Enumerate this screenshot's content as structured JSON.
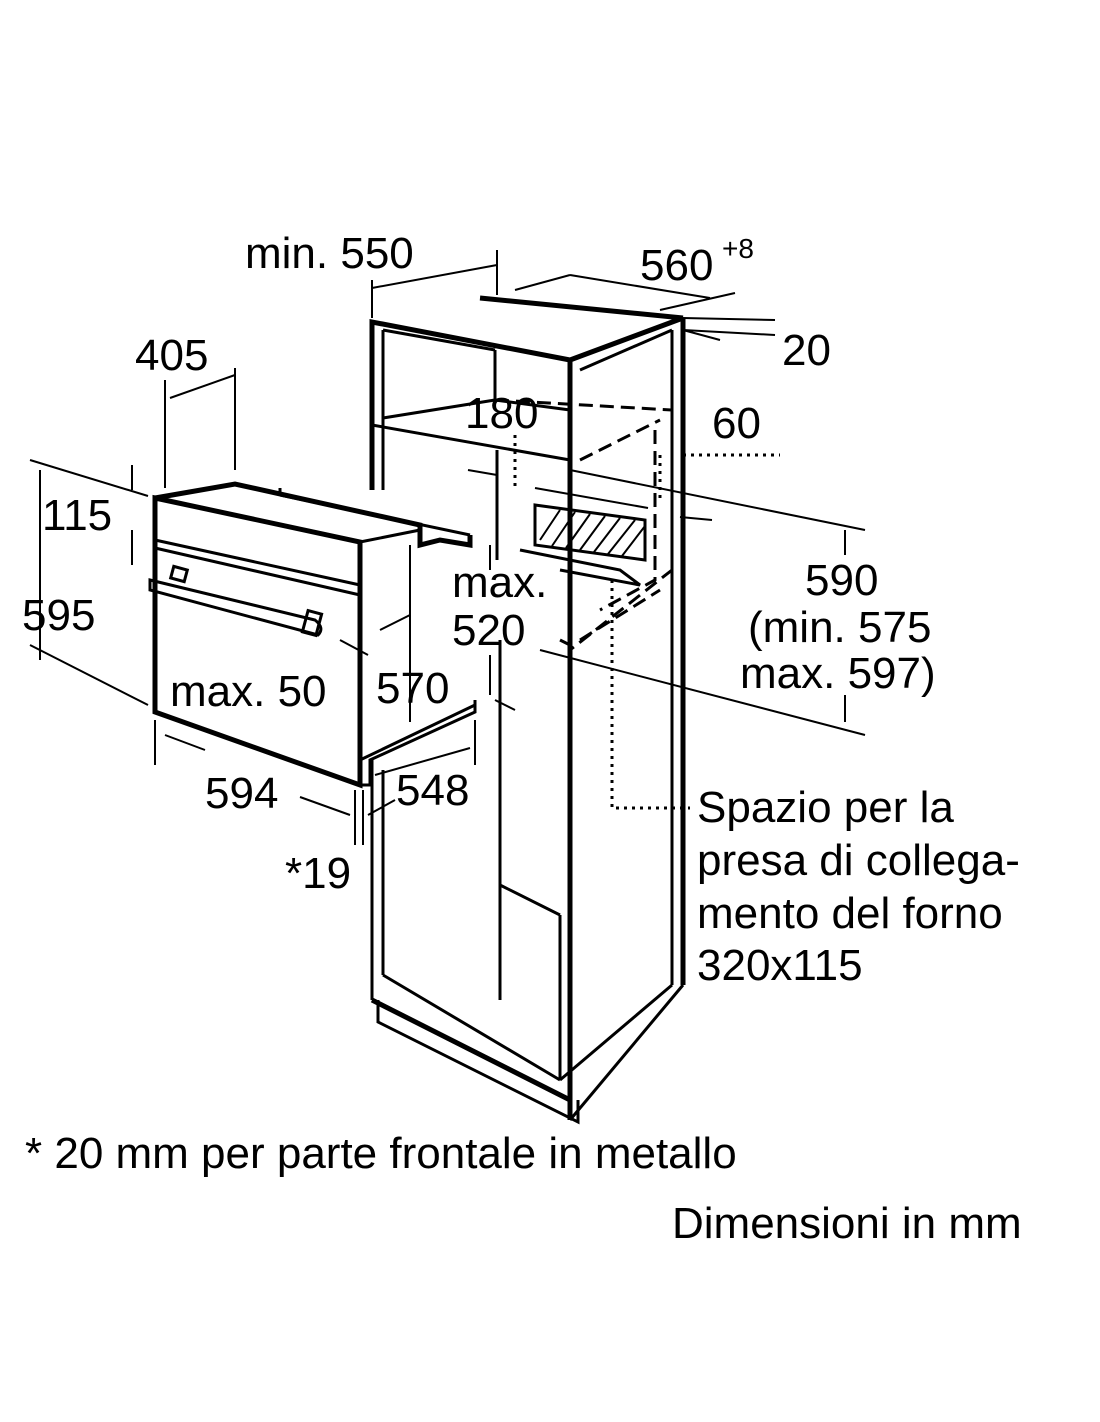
{
  "dimensions": {
    "min_550": "min. 550",
    "w560": "560",
    "w560_tol": "+8",
    "d20": "20",
    "d405": "405",
    "d180": "180",
    "d60": "60",
    "d115": "115",
    "d595": "595",
    "max_label": "max.",
    "d520": "520",
    "h590": "590",
    "h590_min": "(min. 575",
    "h590_max": "max. 597)",
    "max_50": "max. 50",
    "d570": "570",
    "d594": "594",
    "d548": "548",
    "d19": "*19"
  },
  "socket_note": {
    "lines": [
      "Spazio per la",
      "presa di collega-",
      "mento del forno",
      "320x115"
    ]
  },
  "footnote": "* 20 mm per parte frontale in metallo",
  "units_note": "Dimensioni in mm"
}
